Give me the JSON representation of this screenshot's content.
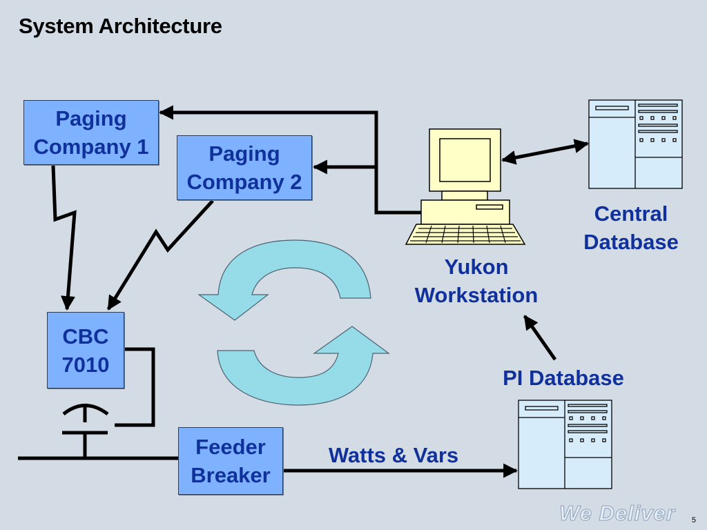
{
  "slide": {
    "title": "System Architecture",
    "page_number": "5",
    "logo_text": "We Deliver"
  },
  "nodes": {
    "paging_company_1": {
      "line1": "Paging",
      "line2": "Company 1"
    },
    "paging_company_2": {
      "line1": "Paging",
      "line2": "Company 2"
    },
    "cbc_7010": {
      "line1": "CBC",
      "line2": "7010"
    },
    "feeder_breaker": {
      "line1": "Feeder",
      "line2": "Breaker"
    },
    "yukon_workstation": {
      "line1": "Yukon",
      "line2": "Workstation"
    },
    "central_database": {
      "line1": "Central",
      "line2": "Database"
    },
    "pi_database": {
      "label": "PI Database"
    }
  },
  "edges": {
    "watts_vars_label": "Watts & Vars"
  },
  "colors": {
    "background": "#d3dbe4",
    "box_fill": "#7eb2ff",
    "label_text": "#10319c",
    "cycle_arrow_fill": "#96dce8",
    "database_fill": "#d6ecfb",
    "workstation_fill": "#ffffc8"
  }
}
